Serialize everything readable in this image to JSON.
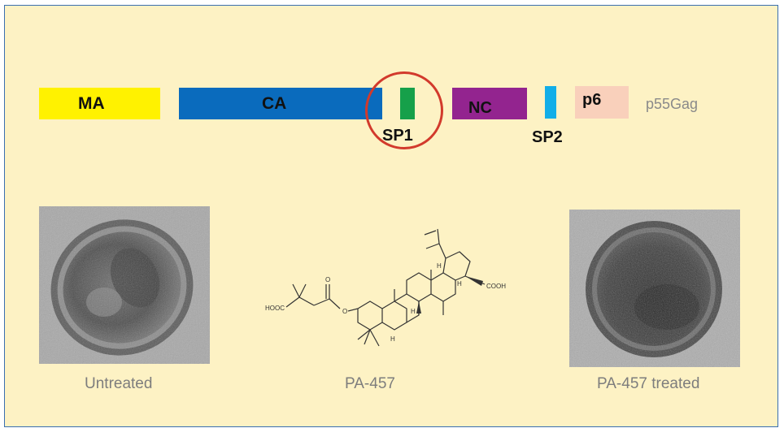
{
  "gag": {
    "ma_label": "MA",
    "ca_label": "CA",
    "sp1_label": "SP1",
    "nc_label": "NC",
    "sp2_label": "SP2",
    "p6_label": "p6",
    "polyprotein_label": "p55Gag"
  },
  "colors": {
    "ma": "#fff200",
    "ca": "#0a6bbd",
    "sp1": "#16a04a",
    "nc": "#93248f",
    "sp2": "#12aee8",
    "p6": "#f9d0bb",
    "ring": "#d23a2c",
    "background": "#fdf2c4"
  },
  "structure": {
    "hooc_label": "HOOC",
    "cooh_label": "COOH",
    "o_label": "O",
    "h_label": "H"
  },
  "captions": {
    "untreated": "Untreated",
    "compound": "PA-457",
    "treated": "PA-457 treated"
  }
}
